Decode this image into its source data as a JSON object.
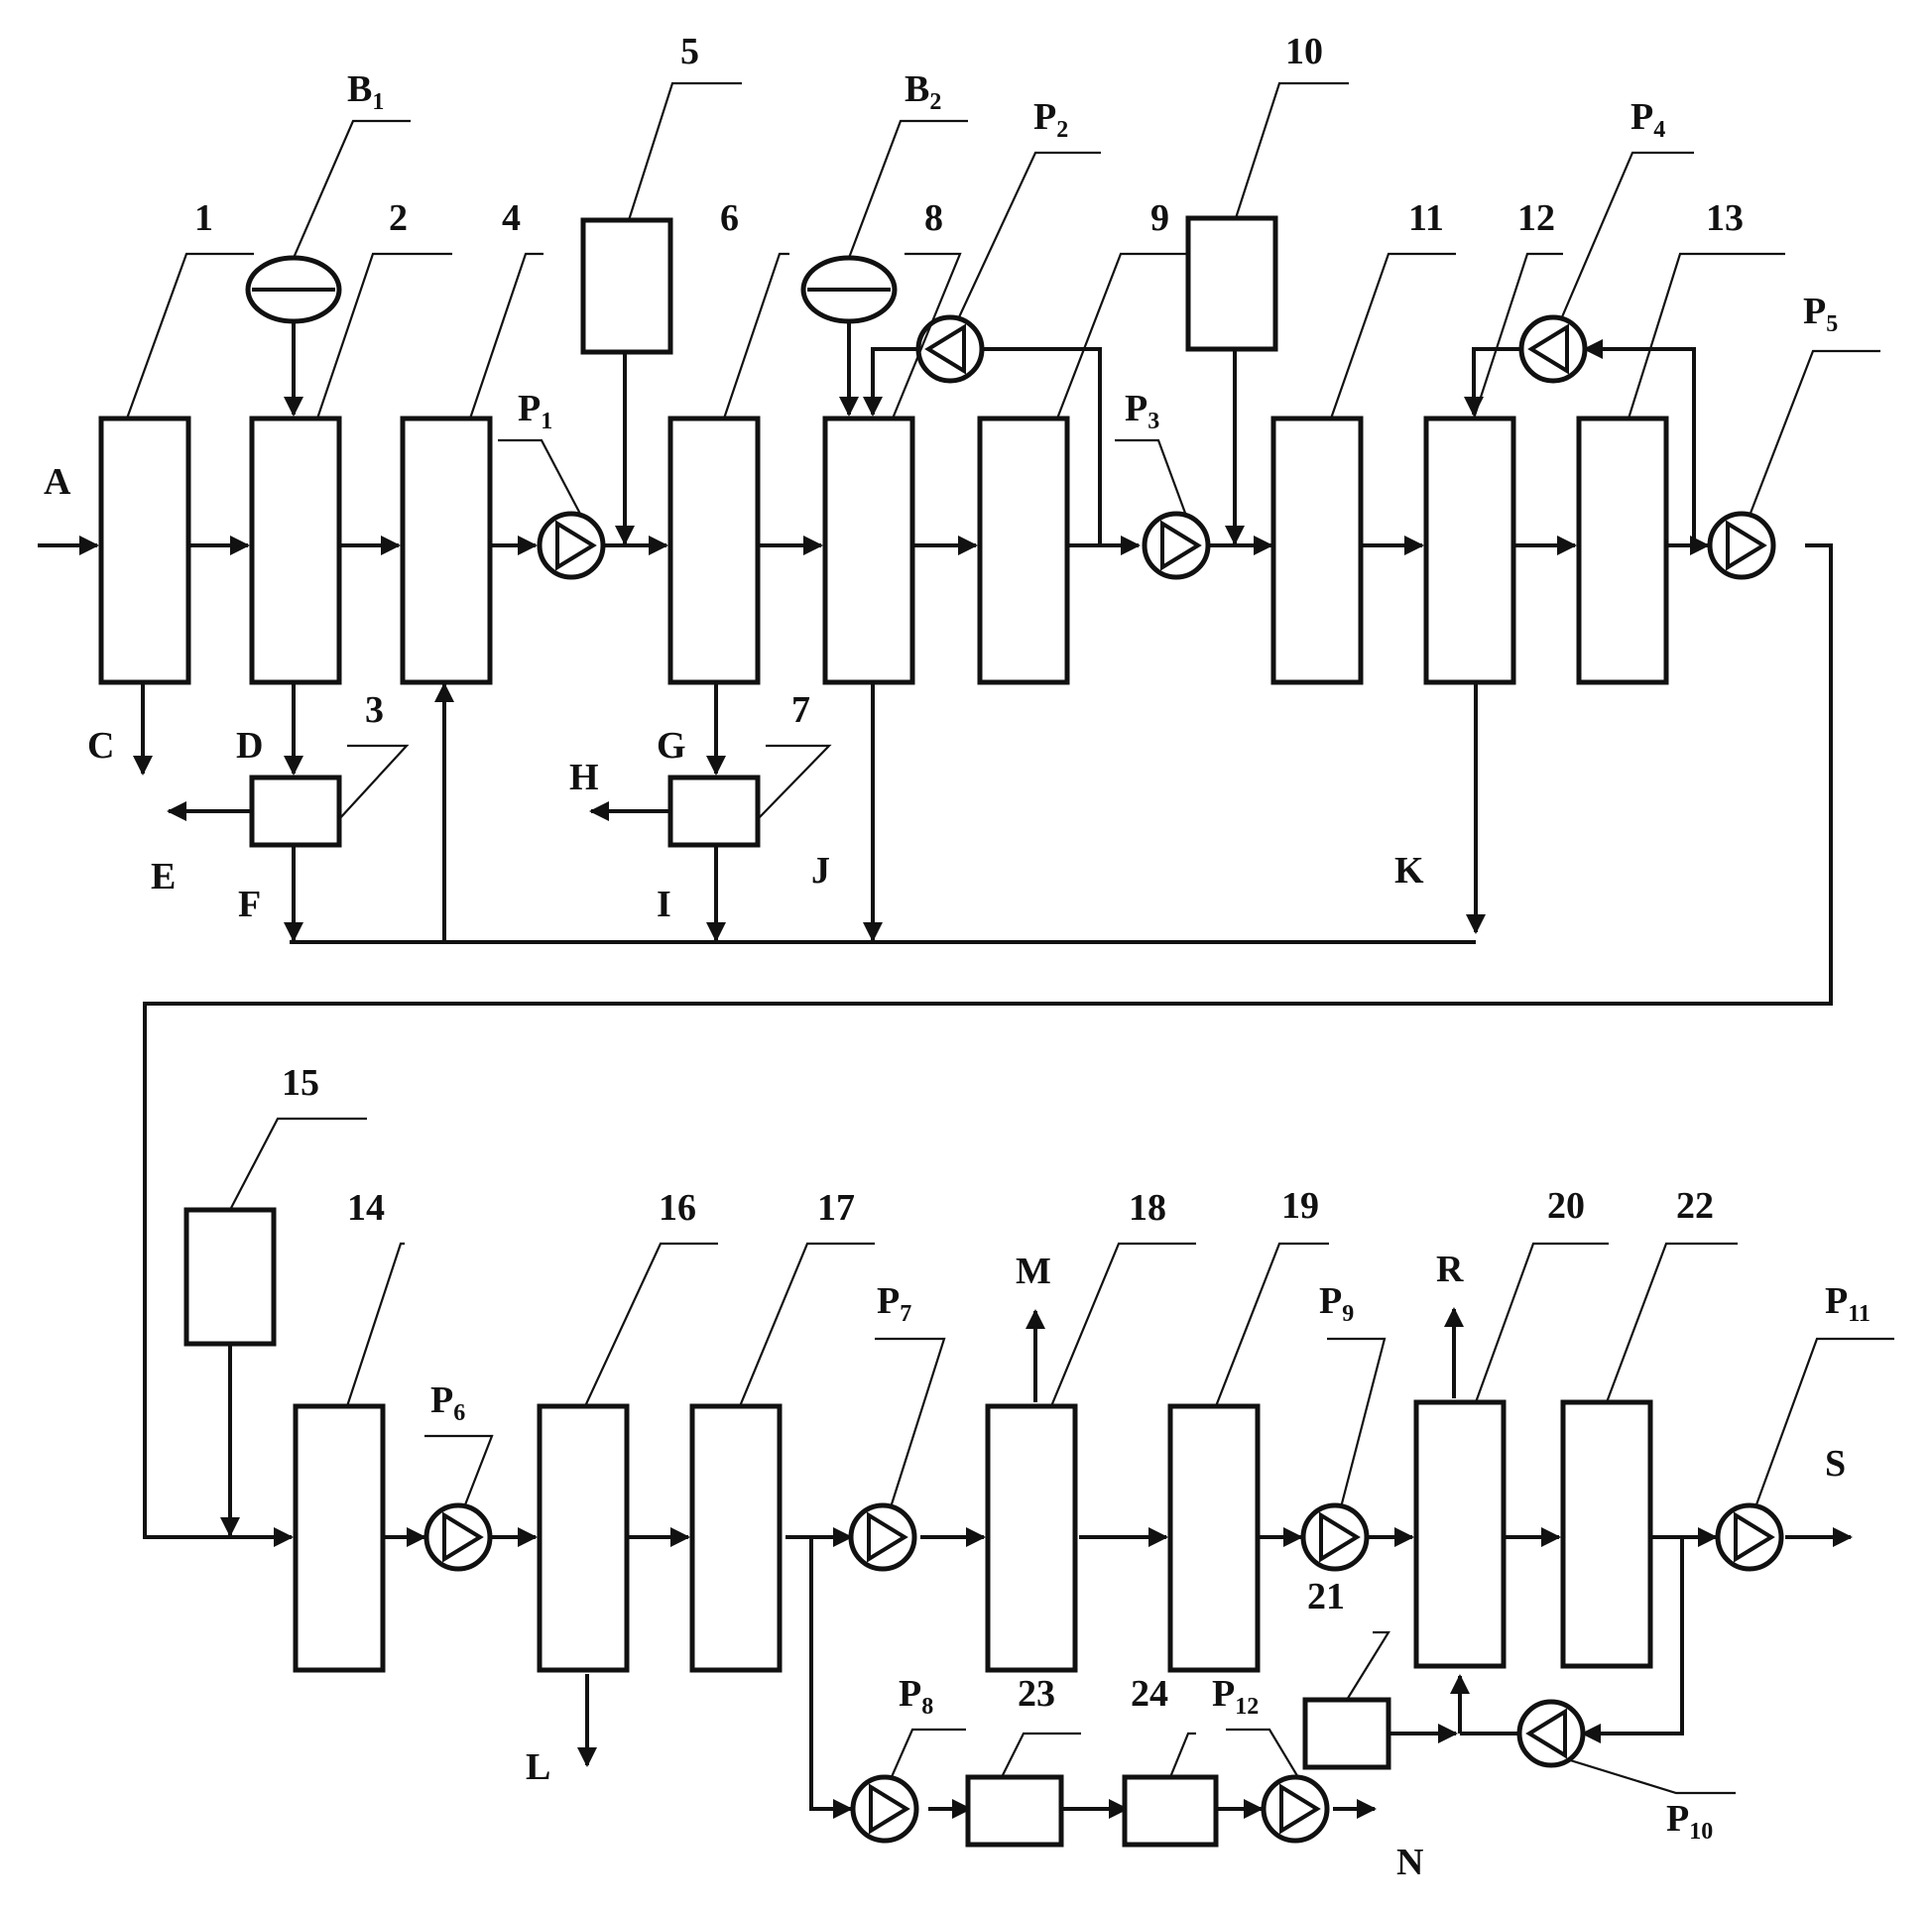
{
  "units": [
    "1",
    "2",
    "3",
    "4",
    "5",
    "6",
    "7",
    "8",
    "9",
    "10",
    "11",
    "12",
    "13",
    "14",
    "15",
    "16",
    "17",
    "18",
    "19",
    "20",
    "21",
    "22",
    "23",
    "24"
  ],
  "blowers": [
    "B",
    "B"
  ],
  "blower_subscripts": [
    "1",
    "2"
  ],
  "pumps": [
    "P",
    "P",
    "P",
    "P",
    "P",
    "P",
    "P",
    "P",
    "P",
    "P",
    "P",
    "P"
  ],
  "pump_subscripts": [
    "1",
    "2",
    "3",
    "4",
    "5",
    "6",
    "7",
    "8",
    "9",
    "10",
    "11",
    "12"
  ],
  "streams": [
    "A",
    "C",
    "D",
    "E",
    "F",
    "G",
    "H",
    "I",
    "J",
    "K",
    "L",
    "M",
    "N",
    "R",
    "S"
  ]
}
